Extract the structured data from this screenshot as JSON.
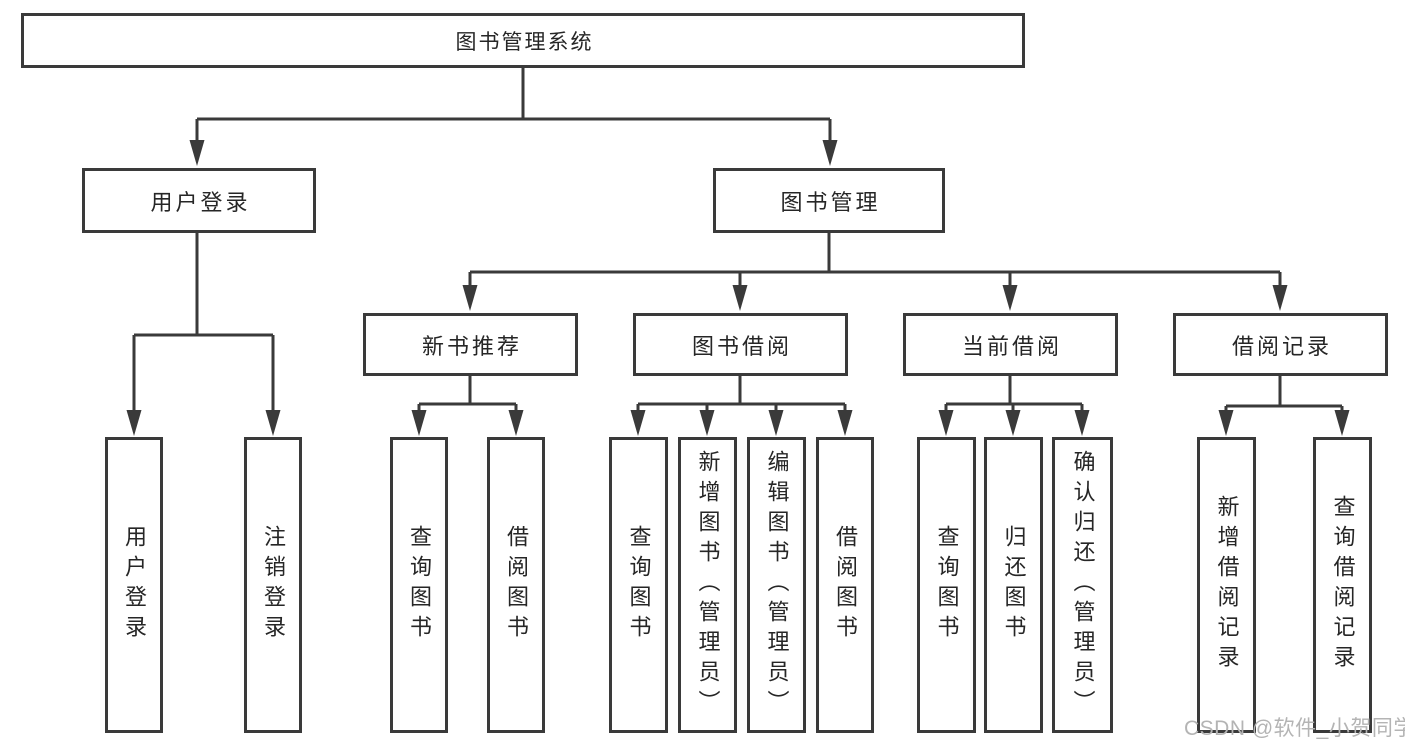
{
  "diagram": {
    "root": {
      "label": "图书管理系统"
    },
    "level2": [
      {
        "label": "用户登录"
      },
      {
        "label": "图书管理"
      }
    ],
    "level3": [
      {
        "label": "新书推荐"
      },
      {
        "label": "图书借阅"
      },
      {
        "label": "当前借阅"
      },
      {
        "label": "借阅记录"
      }
    ],
    "leaves": {
      "user_login": [
        {
          "label": "用户登录"
        },
        {
          "label": "注销登录"
        }
      ],
      "new_book_recommend": [
        {
          "label": "查询图书"
        },
        {
          "label": "借阅图书"
        }
      ],
      "book_borrow": [
        {
          "label": "查询图书"
        },
        {
          "label": "新增图书（管理员）"
        },
        {
          "label": "编辑图书（管理员）"
        },
        {
          "label": "借阅图书"
        }
      ],
      "current_borrow": [
        {
          "label": "查询图书"
        },
        {
          "label": "归还图书"
        },
        {
          "label": "确认归还（管理员）"
        }
      ],
      "borrow_records": [
        {
          "label": "新增借阅记录"
        },
        {
          "label": "查询借阅记录"
        }
      ]
    },
    "watermark": "CSDN @软件_小贺同学",
    "colors": {
      "line": "#3a3a3a",
      "text": "#262626",
      "watermark": "#b4b4b4",
      "background": "#ffffff"
    }
  }
}
